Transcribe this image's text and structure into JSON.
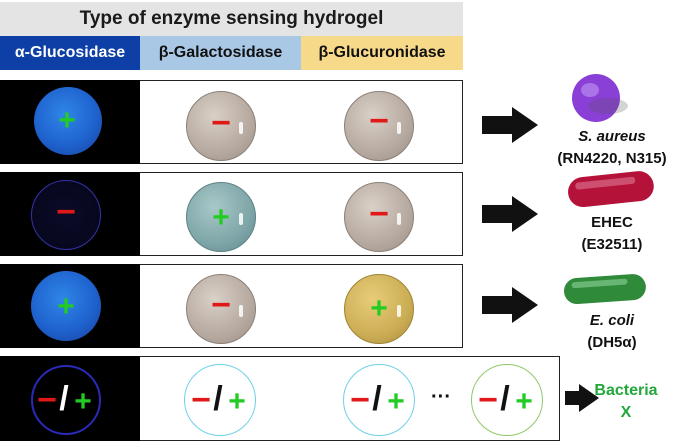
{
  "header": {
    "title": "Type of enzyme sensing hydrogel",
    "columns": [
      "α-Glucosidase",
      "β-Galactosidase",
      "β-Glucuronidase"
    ]
  },
  "symbols": {
    "plus": "+",
    "minus": "−",
    "slash": "/",
    "ellipsis": "···"
  },
  "rows": [
    {
      "result": [
        "+",
        "−",
        "−"
      ],
      "bacteria_name": "S. aureus",
      "strain": "(RN4220, N315)"
    },
    {
      "result": [
        "−",
        "+",
        "−"
      ],
      "bacteria_name": "EHEC",
      "strain": "(E32511)"
    },
    {
      "result": [
        "+",
        "−",
        "+"
      ],
      "bacteria_name": "E. coli",
      "strain": "(DH5α)"
    },
    {
      "result": [
        "−/+",
        "−/+",
        "−/+"
      ],
      "bacteria_name": "Bacteria",
      "strain": "X"
    }
  ],
  "colors": {
    "alpha_header": "#0d3fa6",
    "beta_gal_header": "#a9c8e6",
    "beta_gluc_header": "#f7d98a",
    "positive": "#22cc22",
    "negative": "#e01818"
  }
}
